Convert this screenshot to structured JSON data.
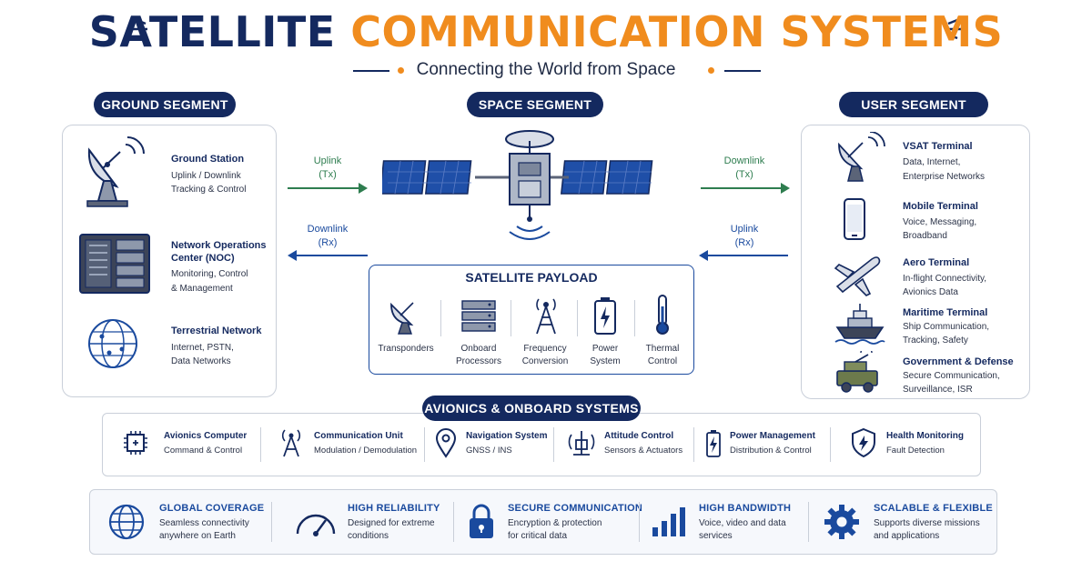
{
  "header": {
    "title_part1": "SATELLITE",
    "title_part2": "COMMUNICATION SYSTEMS",
    "subtitle": "Connecting the World from Space"
  },
  "segments": {
    "ground": "GROUND SEGMENT",
    "space": "SPACE SEGMENT",
    "user": "USER SEGMENT"
  },
  "ground_items": [
    {
      "title": "Ground Station",
      "line1": "Uplink / Downlink",
      "line2": "Tracking & Control"
    },
    {
      "title": "Network Operations",
      "title2": "Center (NOC)",
      "line1": "Monitoring, Control",
      "line2": "& Management"
    },
    {
      "title": "Terrestrial Network",
      "line1": "Internet, PSTN,",
      "line2": "Data Networks"
    }
  ],
  "links": {
    "uplink_tx_left": [
      "Uplink",
      "(Tx)"
    ],
    "downlink_rx_left": [
      "Downlink",
      "(Rx)"
    ],
    "downlink_tx_right": [
      "Downlink",
      "(Tx)"
    ],
    "uplink_rx_right": [
      "Uplink",
      "(Rx)"
    ]
  },
  "payload": {
    "title": "SATELLITE PAYLOAD",
    "items": [
      {
        "line1": "Transponders",
        "line2": ""
      },
      {
        "line1": "Onboard",
        "line2": "Processors"
      },
      {
        "line1": "Frequency",
        "line2": "Conversion"
      },
      {
        "line1": "Power",
        "line2": "System"
      },
      {
        "line1": "Thermal",
        "line2": "Control"
      }
    ]
  },
  "user_items": [
    {
      "title": "VSAT Terminal",
      "line1": "Data, Internet,",
      "line2": "Enterprise Networks"
    },
    {
      "title": "Mobile Terminal",
      "line1": "Voice, Messaging,",
      "line2": "Broadband"
    },
    {
      "title": "Aero Terminal",
      "line1": "In-flight Connectivity,",
      "line2": "Avionics Data"
    },
    {
      "title": "Maritime Terminal",
      "line1": "Ship Communication,",
      "line2": "Tracking, Safety"
    },
    {
      "title": "Government & Defense",
      "line1": "Secure Communication,",
      "line2": "Surveillance, ISR"
    }
  ],
  "avionics": {
    "title": "AVIONICS & ONBOARD SYSTEMS",
    "items": [
      {
        "title": "Avionics Computer",
        "desc": "Command & Control"
      },
      {
        "title": "Communication Unit",
        "desc": "Modulation / Demodulation"
      },
      {
        "title": "Navigation System",
        "desc": "GNSS / INS"
      },
      {
        "title": "Attitude Control",
        "desc": "Sensors & Actuators"
      },
      {
        "title": "Power Management",
        "desc": "Distribution & Control"
      },
      {
        "title": "Health Monitoring",
        "desc": "Fault Detection"
      }
    ]
  },
  "features": [
    {
      "title": "GLOBAL COVERAGE",
      "line1": "Seamless connectivity",
      "line2": "anywhere on Earth"
    },
    {
      "title": "HIGH RELIABILITY",
      "line1": "Designed for extreme",
      "line2": "conditions"
    },
    {
      "title": "SECURE COMMUNICATION",
      "line1": "Encryption & protection",
      "line2": "for critical data"
    },
    {
      "title": "HIGH BANDWIDTH",
      "line1": "Voice, video and data",
      "line2": "services"
    },
    {
      "title": "SCALABLE & FLEXIBLE",
      "line1": "Supports diverse missions",
      "line2": "and applications"
    }
  ],
  "colors": {
    "navy": "#14295f",
    "orange": "#f08c1e",
    "green_arrow": "#2e7d4f",
    "blue_arrow": "#1a4a9e"
  }
}
